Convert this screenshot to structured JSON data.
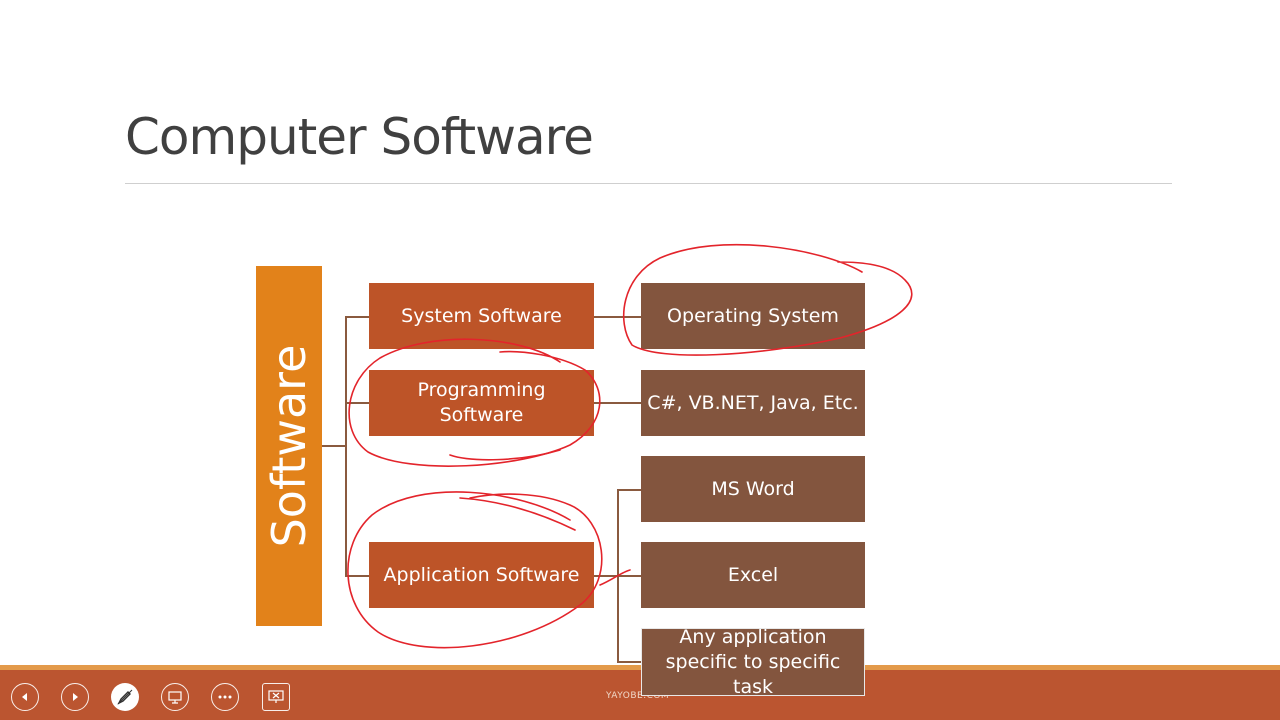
{
  "slide": {
    "title": "Computer Software",
    "root_label": "Software",
    "categories": [
      "System Software",
      "Programming Software",
      "Application Software"
    ],
    "leaves": [
      "Operating System",
      "C#, VB.NET, Java, Etc.",
      "MS Word",
      "Excel",
      "Any application specific to specific task"
    ],
    "colors": {
      "root": "#e2821a",
      "category": "#bd5428",
      "leaf": "#83553e",
      "ink": "#e3242b"
    }
  },
  "toolbar": {
    "buttons": [
      "previous-icon",
      "next-icon",
      "pen-icon",
      "slides-icon",
      "more-icon",
      "end-show-icon"
    ],
    "watermark": "YAYOBE.COM"
  }
}
